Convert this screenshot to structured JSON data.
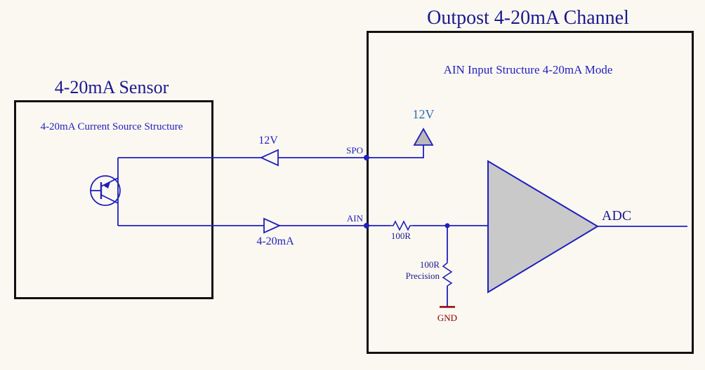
{
  "diagram": {
    "sensor": {
      "title": "4-20mA Sensor",
      "subtitle": "4-20mA Current Source Structure"
    },
    "channel": {
      "title": "Outpost 4-20mA Channel",
      "subtitle": "AIN Input Structure 4-20mA Mode"
    },
    "labels": {
      "wire_top": "12V",
      "wire_bottom": "4-20mA",
      "spo": "SPO",
      "ain": "AIN",
      "supply_12v": "12V",
      "r1": "100R",
      "r2_line1": "100R",
      "r2_line2": "Precision",
      "gnd": "GND",
      "adc": "ADC"
    },
    "colors": {
      "wire_blue": "#1f1fbf",
      "title_navy": "#1a1a8f",
      "supply_label_blue": "#2a6db5",
      "gnd_red": "#8b0000",
      "amp_fill": "#c9c9c9",
      "supply_fill": "#b9b9b9",
      "box_border": "#111111",
      "background": "#fbf8f1"
    }
  }
}
